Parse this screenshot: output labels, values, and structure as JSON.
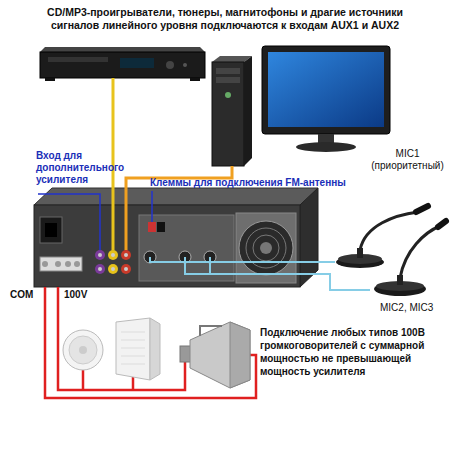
{
  "diagram": {
    "nodes": [
      {
        "text": [
          "CD/MP3-проигрыватели, тюнеры, магнитофоны и драгие источники сигналов линейного уровня подключаются к входам AUX1 и AUX2"
        ]
      },
      {
        "text": [
          "COM",
          "100V"
        ]
      },
      {
        "text": [
          "MIC1 (приоритетный)"
        ]
      },
      {
        "text": [
          "MIC2, MIC3"
        ]
      },
      {
        "text": [
          "Подключение любых типов 100В громкоговорителей с суммарной мощностью не превышающей мощность усилителя"
        ]
      }
    ],
    "edges": [
      {
        "from": 0,
        "to": 1,
        "arrow": "none"
      },
      {
        "from": 2,
        "to": 1,
        "arrow": "none"
      },
      {
        "from": 3,
        "to": 1,
        "arrow": "none"
      },
      {
        "from": 1,
        "to": 4,
        "arrow": "none"
      }
    ],
    "labels": [
      "Вход для дополнительного усилителя",
      "Клеммы для подключения FM-антенны"
    ]
  }
}
